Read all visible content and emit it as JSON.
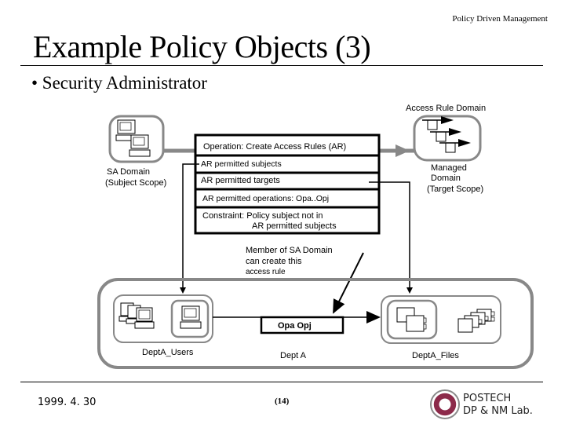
{
  "header": {
    "section_label": "Policy Driven Management",
    "title": "Example Policy Objects (3)",
    "bullet": "• Security Administrator"
  },
  "diagram": {
    "sa_domain": {
      "label_line1": "SA Domain",
      "label_line2": "(Subject Scope)",
      "icon": "workstation-icon"
    },
    "access_rule_domain": {
      "label": "Access Rule Domain",
      "managed_line1": "Managed",
      "managed_line2": "Domain",
      "managed_line3": "(Target Scope)",
      "icon": "access-rule-icon"
    },
    "policy_object": {
      "rows": [
        "Operation: Create Access Rules (AR)",
        "AR permitted subjects",
        "AR permitted targets",
        "AR permitted operations: Opa..Opj"
      ],
      "constraint_line1": "Constraint: Policy subject not in",
      "constraint_line2": "AR permitted subjects"
    },
    "annotation": {
      "line1": "Member of SA Domain",
      "line2": "can create this",
      "line3": "access rule"
    },
    "dept": {
      "label": "Dept A",
      "users_label": "DeptA_Users",
      "files_label": "DeptA_Files",
      "operation_label": "Opa Opj"
    }
  },
  "footer": {
    "date": "1999. 4. 30",
    "page": "(14)",
    "org_line1": "POSTECH",
    "org_line2": "DP & NM Lab."
  }
}
